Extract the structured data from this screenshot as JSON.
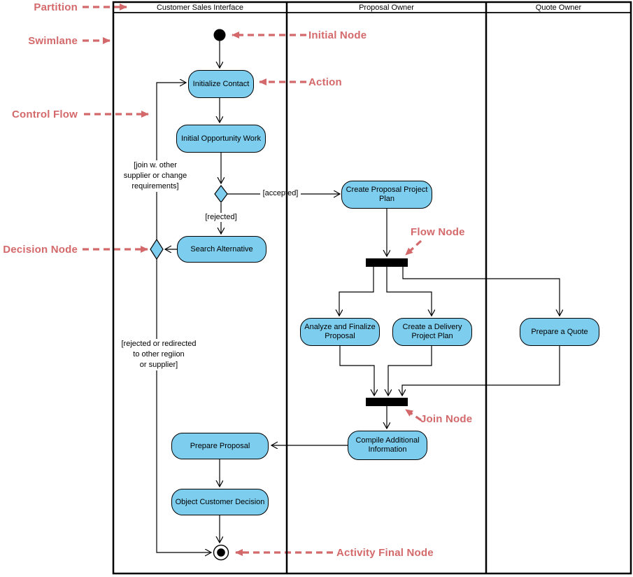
{
  "lanes": [
    {
      "title": "Customer Sales Interface"
    },
    {
      "title": "Proposal Owner"
    },
    {
      "title": "Quote Owner"
    }
  ],
  "actions": [
    {
      "label": "Initialize Contact"
    },
    {
      "label": "Initial Opportunity Work"
    },
    {
      "label": "Create Proposal Project Plan"
    },
    {
      "label": "Search Alternative"
    },
    {
      "label": "Analyze and Finalize Proposal"
    },
    {
      "label": "Create a Delivery Project Plan"
    },
    {
      "label": "Prepare a Quote"
    },
    {
      "label": "Compile Additional Information"
    },
    {
      "label": "Prepare Proposal"
    },
    {
      "label": "Object Customer Decision"
    }
  ],
  "guards": {
    "accepted": "[accepted]",
    "rejected": "[rejected]",
    "join_alternative": "[join w. other\nsupplier or change\nrequirements]",
    "reject_final": "[rejected or redirected\nto other regiion\nor supplier]"
  },
  "annotations": {
    "partition": "Partition",
    "swimlane": "Swimlane",
    "control_flow": "Control Flow",
    "decision_node": "Decision Node",
    "initial_node": "Initial Node",
    "action": "Action",
    "flow_node": "Flow Node",
    "join_node": "Join Node",
    "activity_final_node": "Activity Final Node"
  },
  "colors": {
    "node_fill": "#7DCDEE",
    "node_border": "#000000",
    "flow_line": "#000000",
    "annotation": "#D4696B"
  }
}
